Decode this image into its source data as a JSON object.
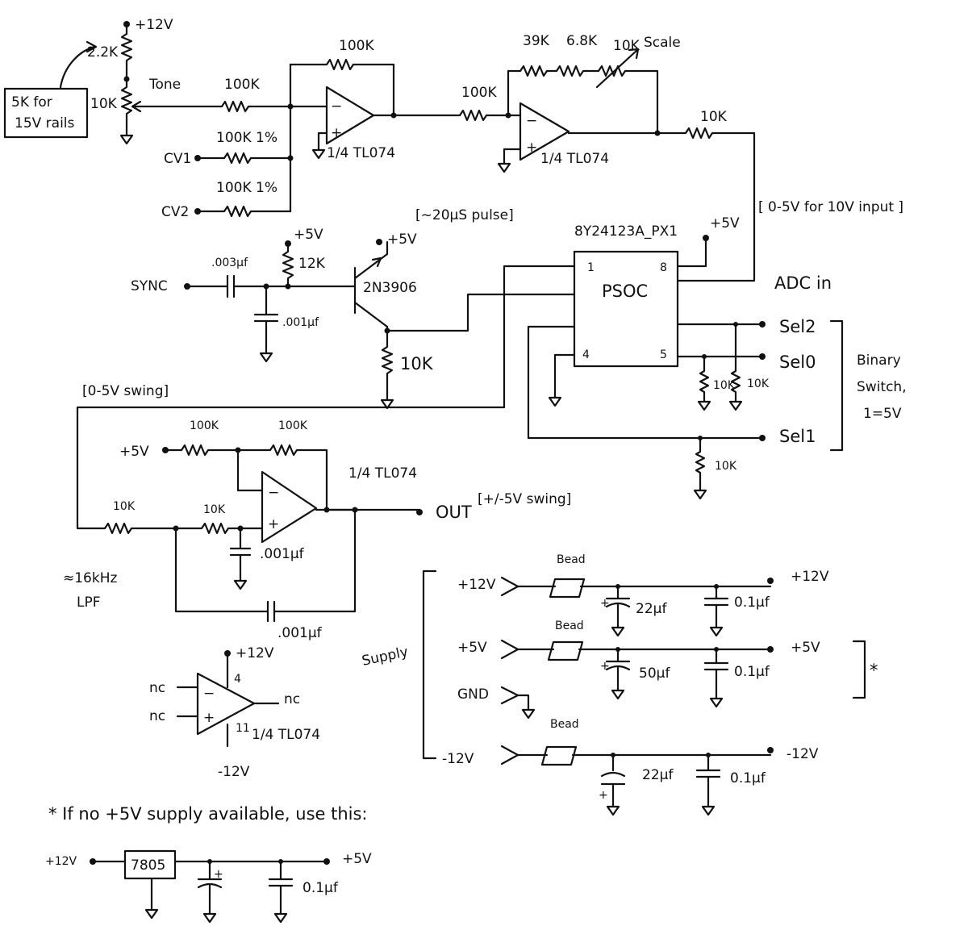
{
  "labels": {
    "v12_top": "+12V",
    "r_2k2": "2.2K",
    "note_5k": "5K for",
    "note_15v": "15V rails",
    "pot_10k": "10K",
    "tone": "Tone",
    "r_tone": "100K",
    "r_fb1": "100K",
    "cv1": "CV1",
    "r_cv1": "100K 1%",
    "cv2": "CV2",
    "r_cv2": "100K 1%",
    "u1": "1/4 TL074",
    "r_mid": "100K",
    "r_39k": "39K",
    "r_6k8": "6.8K",
    "r_scale": "10K",
    "scale": "Scale",
    "u2": "1/4 TL074",
    "r_adc": "10K",
    "adc_range": "[ 0-5V for 10V input ]",
    "pulse": "[~20µS pulse]",
    "part_no": "8Y24123A_PX1",
    "v5_psoc": "+5V",
    "sync": "SYNC",
    "c_sync": ".003µf",
    "v5_a": "+5V",
    "r_12k": "12K",
    "c_001a": ".001µf",
    "v5_b": "+5V",
    "transistor": "2N3906",
    "r_10k_q": "10K",
    "psoc": "PSOC",
    "pin1": "1",
    "pin8": "8",
    "pin4": "4",
    "pin5": "5",
    "adc_in": "ADC in",
    "sel2": "Sel2",
    "sel0": "Sel0",
    "sel1": "Sel1",
    "r_sel0a": "10K",
    "r_sel0b": "10K",
    "r_sel1": "10K",
    "binary_1": "Binary",
    "binary_2": "Switch,",
    "binary_3": "1=5V",
    "swing_05": "[0-5V swing]",
    "r_100k_a": "100K",
    "r_100k_b": "100K",
    "v5_c": "+5V",
    "u3": "1/4 TL074",
    "r_10k_a": "10K",
    "r_10k_b": "10K",
    "c_001b": ".001µf",
    "out": "OUT",
    "swing_pm5": "[+/-5V swing]",
    "lpf_1": "≈16kHz",
    "lpf_2": "LPF",
    "c_001c": ".001µf",
    "v12_op": "+12V",
    "pin4_op": "4",
    "nc_1": "nc",
    "nc_2": "nc",
    "nc_3": "nc",
    "pin11": "11",
    "u4": "1/4 TL074",
    "vm12_op": "-12V",
    "supply": "Supply",
    "bead_1": "Bead",
    "bead_2": "Bead",
    "bead_3": "Bead",
    "in_12": "+12V",
    "c_22a": "22µf",
    "c_01a": "0.1µf",
    "out_12": "+12V",
    "in_5": "+5V",
    "c_50": "50µf",
    "c_01b": "0.1µf",
    "out_5": "+5V",
    "gnd": "GND",
    "in_m12": "-12V",
    "c_22b": "22µf",
    "c_01c": "0.1µf",
    "out_m12": "-12V",
    "asterisk": "*",
    "footnote": "* If no +5V supply available, use this:",
    "reg_in": "+12V",
    "reg": "7805",
    "reg_out": "+5V",
    "c_01d": "0.1µf"
  }
}
